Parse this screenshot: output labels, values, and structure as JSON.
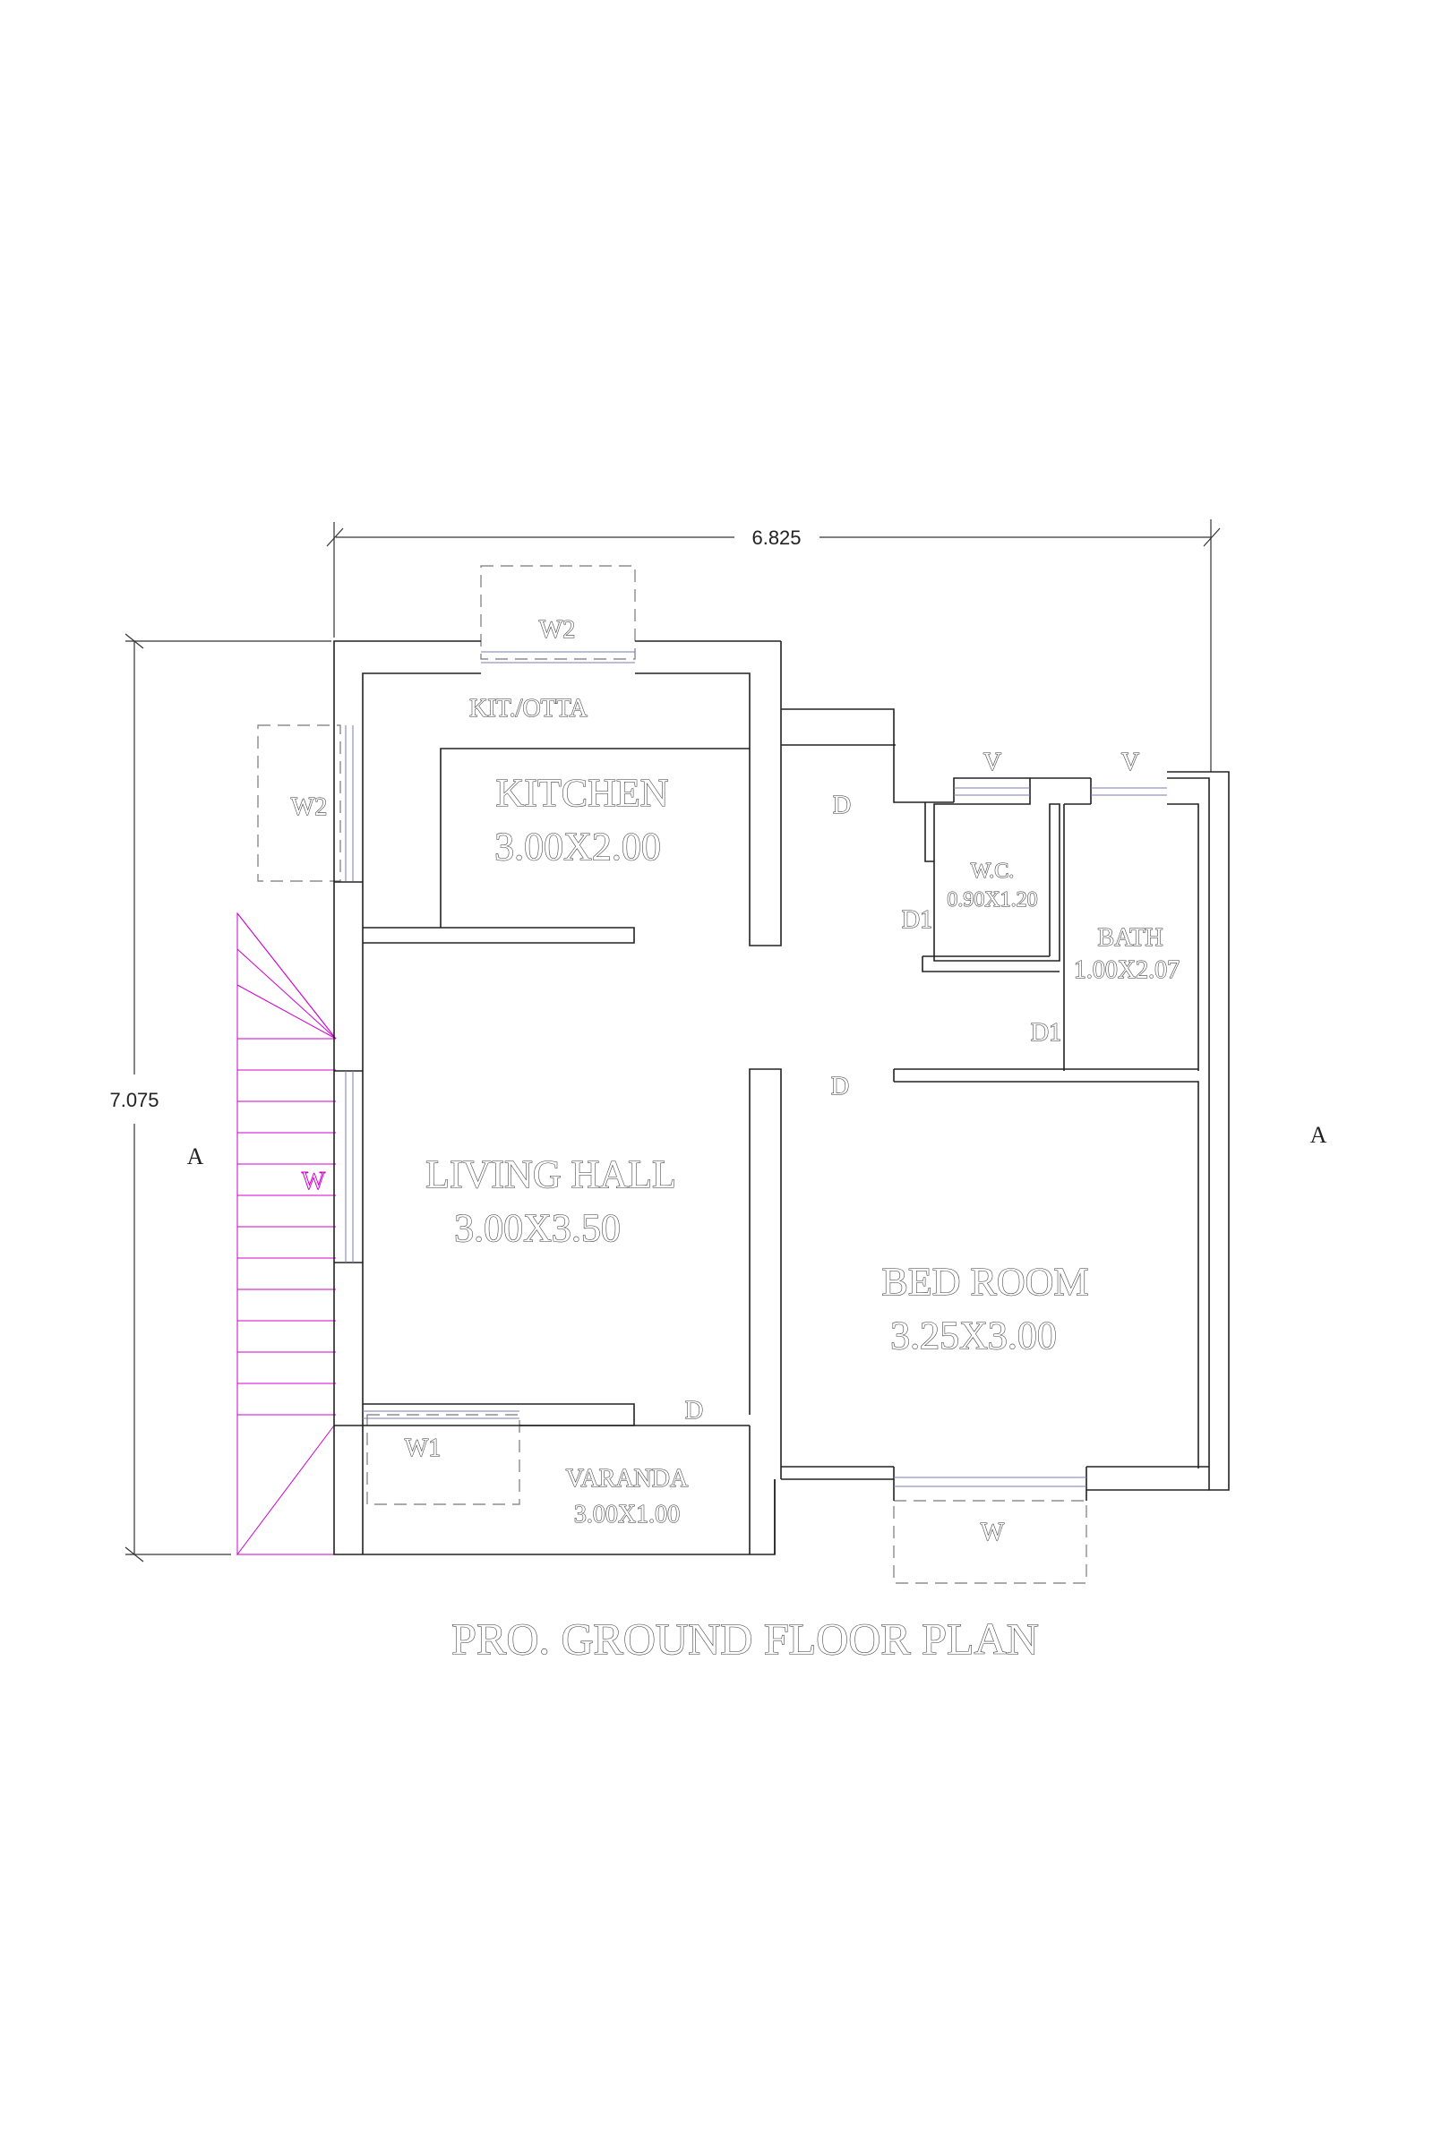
{
  "dimensions": {
    "overall_width": "6.825",
    "overall_depth": "7.075"
  },
  "section_marks": {
    "left": "A",
    "right": "A"
  },
  "rooms": {
    "kitchen_otta": "KIT./OTTA",
    "kitchen_name": "KITCHEN",
    "kitchen_size": "3.00X2.00",
    "living_name": "LIVING HALL",
    "living_size": "3.00X3.50",
    "bed_name": "BED ROOM",
    "bed_size": "3.25X3.00",
    "wc_name": "W.C.",
    "wc_size": "0.90X1.20",
    "bath_name": "BATH",
    "bath_size": "1.00X2.07",
    "varanda_name": "VARANDA",
    "varanda_size": "3.00X1.00"
  },
  "openings": {
    "w2_top": "W2",
    "w2_left": "W2",
    "w_stair": "W",
    "w1": "W1",
    "w_bed": "W",
    "v_wc": "V",
    "v_bath": "V",
    "d_kitchen": "D",
    "d_bed": "D",
    "d_varanda": "D",
    "d1_wc": "D1",
    "d1_bath": "D1"
  },
  "title": "PRO. GROUND FLOOR PLAN"
}
